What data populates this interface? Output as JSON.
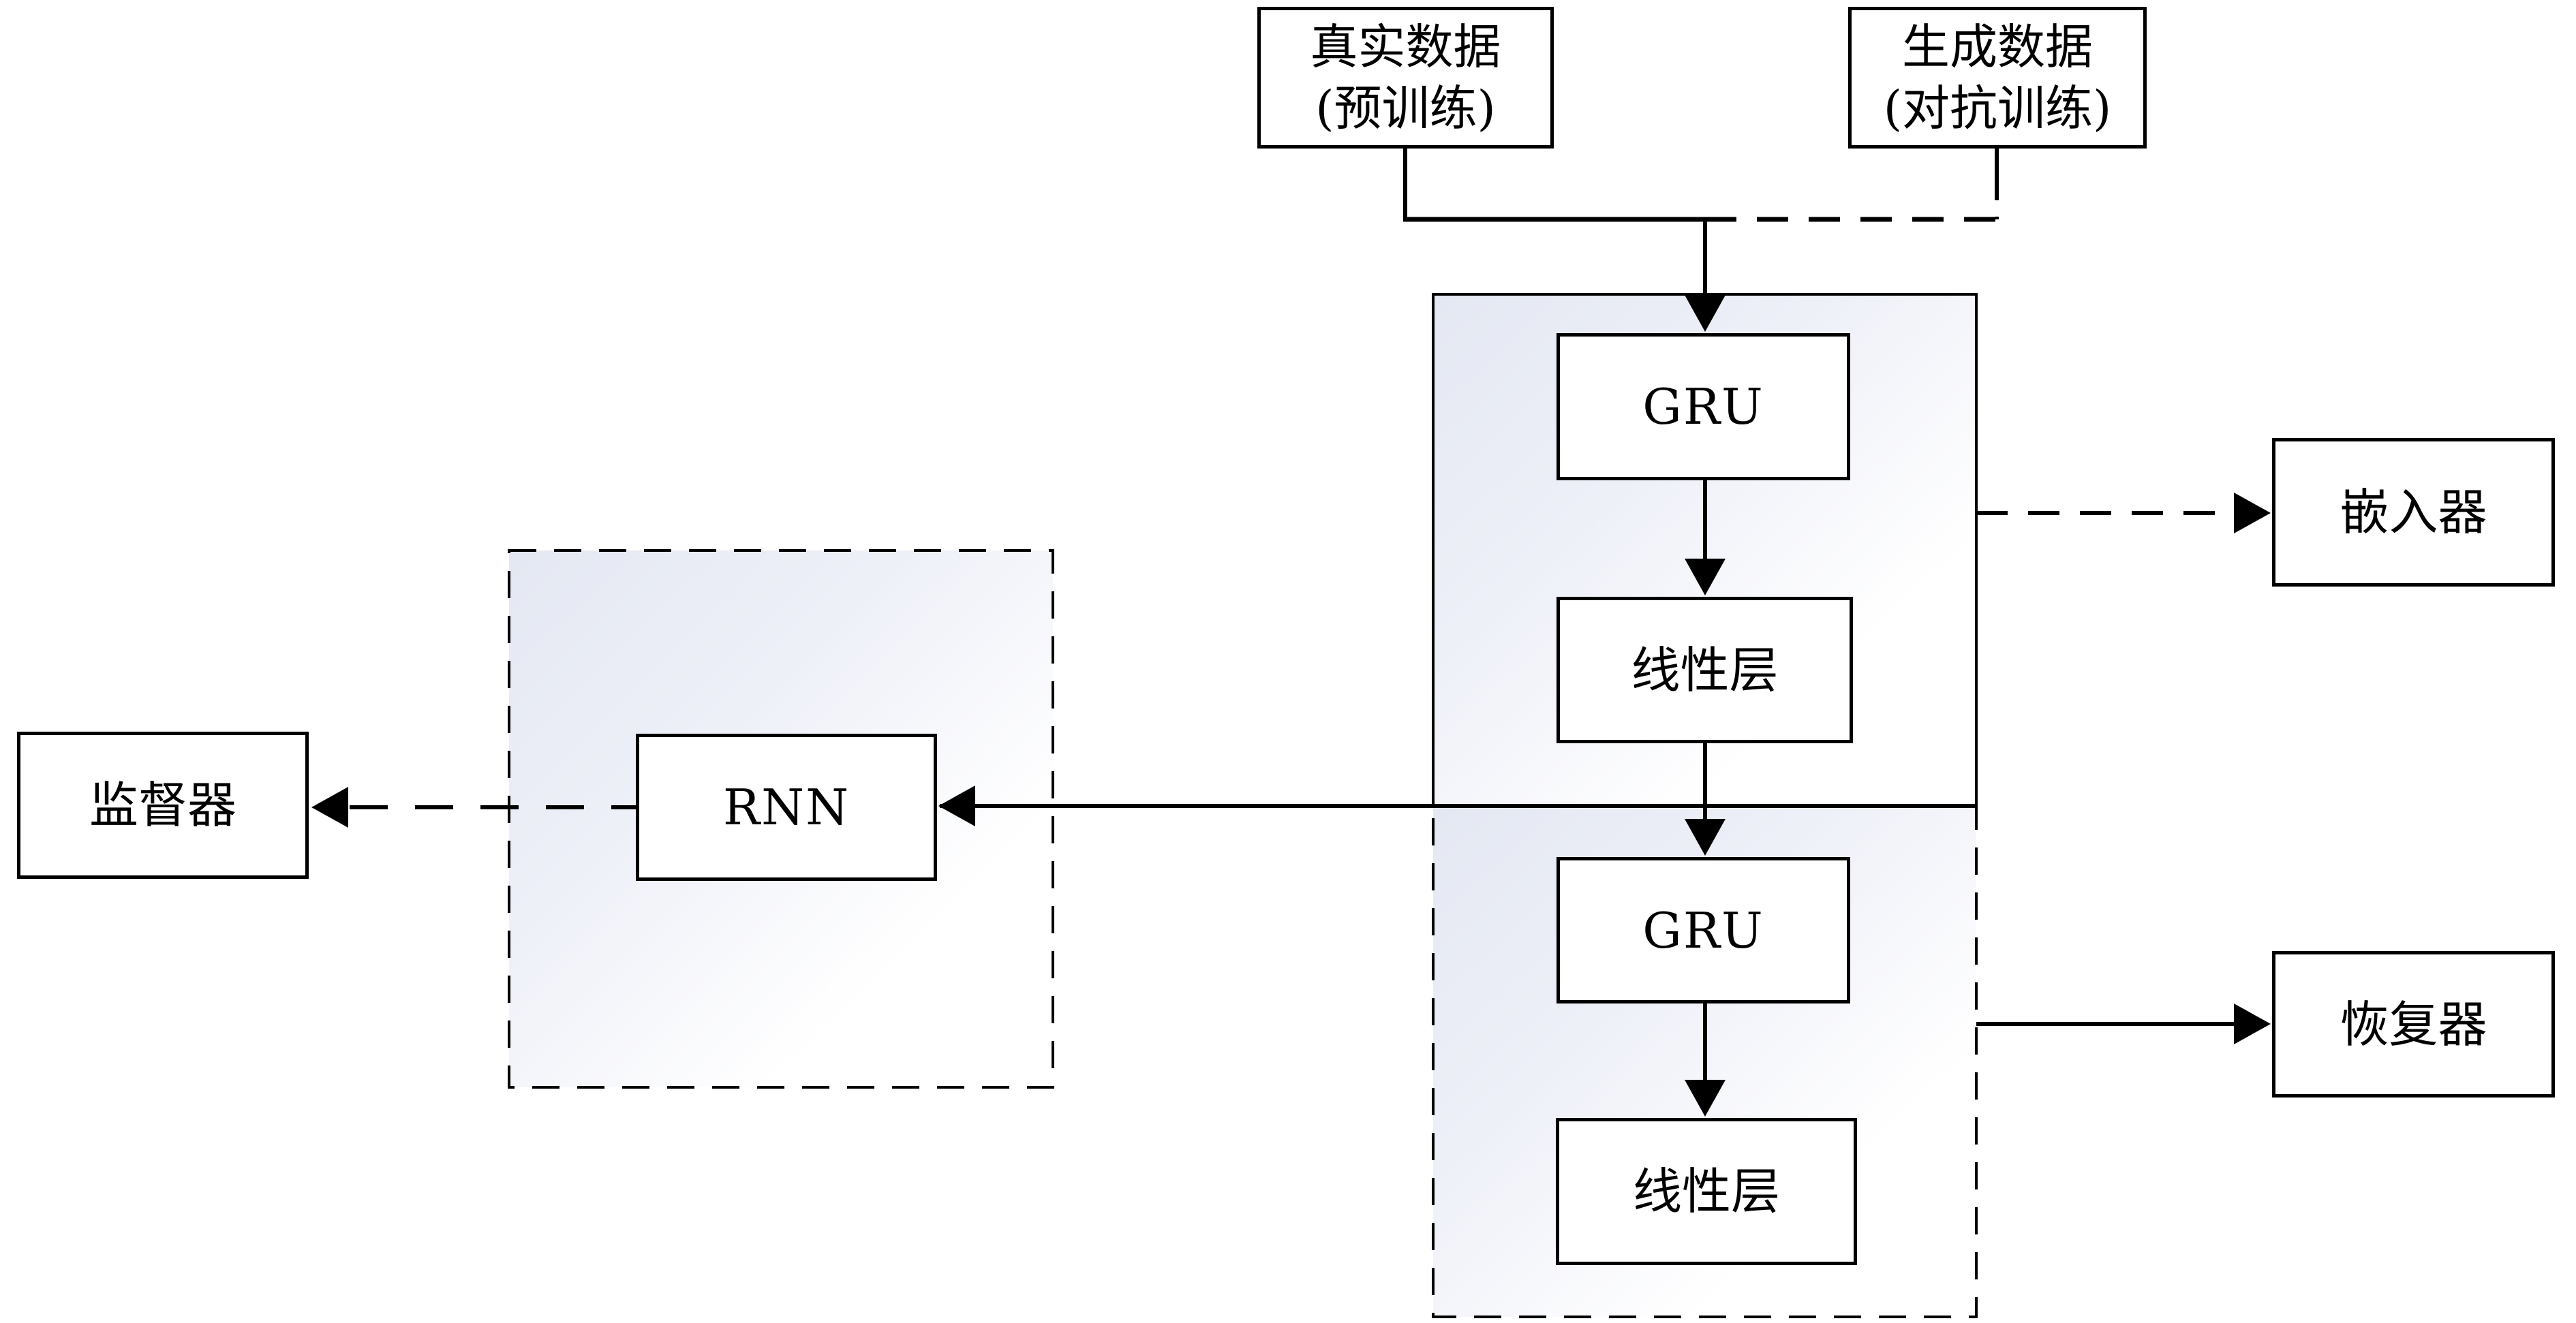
{
  "colors": {
    "background": "#ffffff",
    "stroke": "#000000",
    "box_fill": "#ffffff",
    "container_tint_start": "#e4e8f2",
    "container_tint_mid": "#eef0f8",
    "container_tint_end": "#ffffff"
  },
  "nodes": {
    "real_data": {
      "line1": "真实数据",
      "line2": "(预训练)"
    },
    "generated_data": {
      "line1": "生成数据",
      "line2": "(对抗训练)"
    },
    "gru_top": {
      "label": "GRU"
    },
    "linear_top": {
      "label": "线性层"
    },
    "gru_bottom": {
      "label": "GRU"
    },
    "linear_bottom": {
      "label": "线性层"
    },
    "embedder": {
      "label": "嵌入器"
    },
    "recoverer": {
      "label": "恢复器"
    },
    "supervisor": {
      "label": "监督器"
    },
    "rnn": {
      "label": "RNN"
    }
  }
}
